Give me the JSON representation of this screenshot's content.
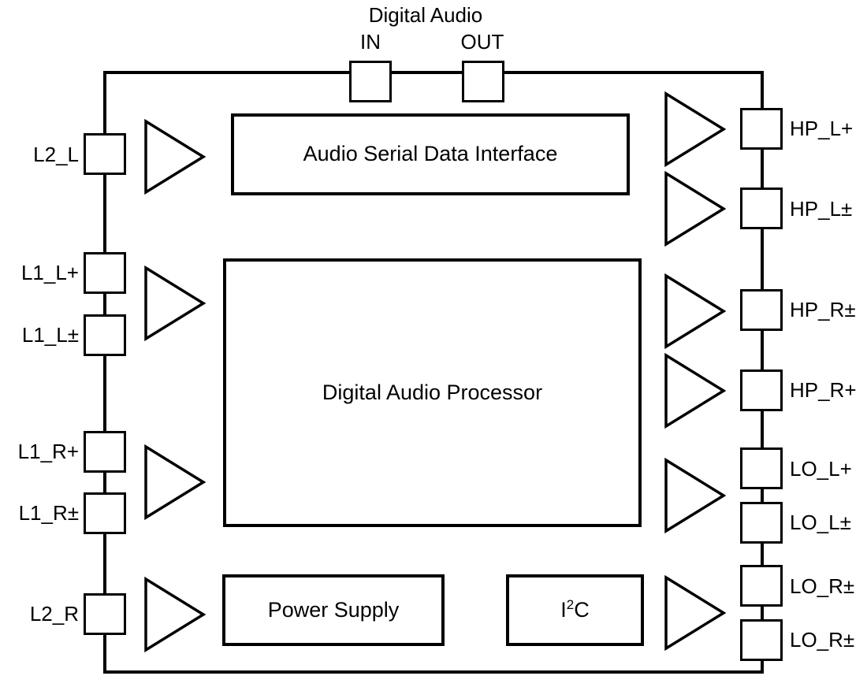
{
  "colors": {
    "line": "#000000",
    "background": "#ffffff"
  },
  "top": {
    "group_label": "Digital Audio",
    "in_label": "IN",
    "out_label": "OUT"
  },
  "blocks": {
    "audio_serial": "Audio Serial Data Interface",
    "processor": "Digital Audio Processor",
    "power": "Power Supply",
    "i2c": {
      "base": "I",
      "sup": "2",
      "tail": "C"
    }
  },
  "pins": {
    "left": [
      {
        "label": "L2_L"
      },
      {
        "label": "L1_L+"
      },
      {
        "label": "L1_L±"
      },
      {
        "label": "L1_R+"
      },
      {
        "label": "L1_R±"
      },
      {
        "label": "L2_R"
      }
    ],
    "right": [
      {
        "label": "HP_L+"
      },
      {
        "label": "HP_L±"
      },
      {
        "label": "HP_R±"
      },
      {
        "label": "HP_R+"
      },
      {
        "label": "LO_L+"
      },
      {
        "label": "LO_L±"
      },
      {
        "label": "LO_R±"
      },
      {
        "label": "LO_R±"
      }
    ]
  }
}
